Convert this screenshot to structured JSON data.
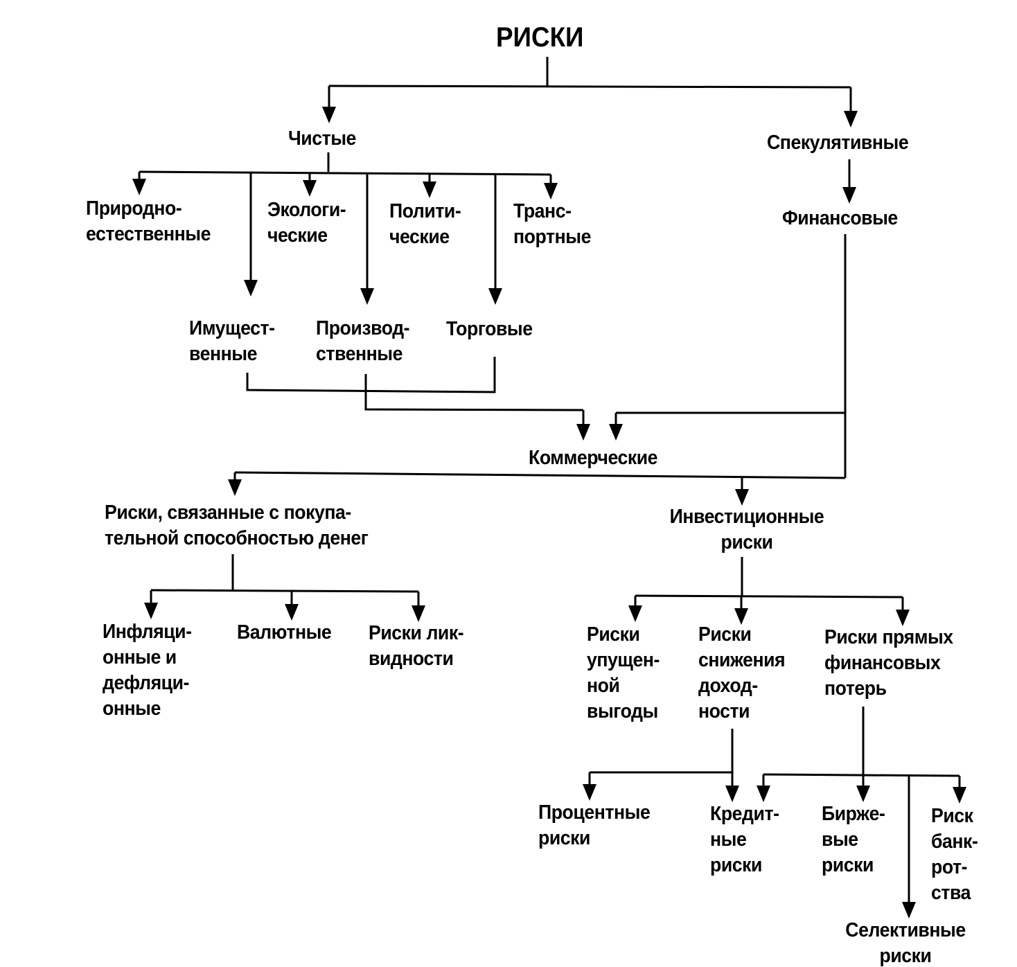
{
  "diagram": {
    "type": "hierarchy",
    "title": "РИСКИ",
    "nodes": {
      "root": [
        "РИСКИ"
      ],
      "pure": [
        "Чистые"
      ],
      "speculative": [
        "Спекулятивные"
      ],
      "natural": [
        "Природно-",
        "естественные"
      ],
      "ecological": [
        "Экологи-",
        "ческие"
      ],
      "political": [
        "Полити-",
        "ческие"
      ],
      "transport": [
        "Транс-",
        "портные"
      ],
      "property": [
        "Имущест-",
        "венные"
      ],
      "production": [
        "Производ-",
        "ственные"
      ],
      "trade": [
        "Торговые"
      ],
      "financial": [
        "Финансовые"
      ],
      "commercial": [
        "Коммерческие"
      ],
      "purchasing_power": [
        "Риски, связанные с покупа-",
        "тельной способностью денег"
      ],
      "investment": [
        "Инвестиционные",
        "риски"
      ],
      "inflation": [
        "Инфляци-",
        "онные и",
        "дефляци-",
        "онные"
      ],
      "currency": [
        "Валютные"
      ],
      "liquidity": [
        "Риски лик-",
        "видности"
      ],
      "lost_profit": [
        "Риски",
        "упущен-",
        "ной",
        "выгоды"
      ],
      "yield_decline": [
        "Риски",
        "снижения",
        "доход-",
        "ности"
      ],
      "direct_loss": [
        "Риски прямых",
        "финансовых",
        "потерь"
      ],
      "interest": [
        "Процентные",
        "риски"
      ],
      "credit": [
        "Кредит-",
        "ные",
        "риски"
      ],
      "exchange": [
        "Биржe-",
        "вые",
        "риски"
      ],
      "bankruptcy": [
        "Риск",
        "банк-",
        "рот-",
        "ства"
      ],
      "selective": [
        "Селективные",
        "риски"
      ]
    },
    "edges": [
      {
        "from": "root",
        "to": "pure"
      },
      {
        "from": "root",
        "to": "speculative"
      },
      {
        "from": "pure",
        "to": "natural"
      },
      {
        "from": "pure",
        "to": "property"
      },
      {
        "from": "pure",
        "to": "ecological"
      },
      {
        "from": "pure",
        "to": "production"
      },
      {
        "from": "pure",
        "to": "political"
      },
      {
        "from": "pure",
        "to": "trade"
      },
      {
        "from": "pure",
        "to": "transport"
      },
      {
        "from": "speculative",
        "to": "financial"
      },
      {
        "from": "property",
        "to": "commercial"
      },
      {
        "from": "production",
        "to": "commercial"
      },
      {
        "from": "trade",
        "to": "commercial"
      },
      {
        "from": "financial",
        "to": "commercial"
      },
      {
        "from": "financial",
        "to": "purchasing_power"
      },
      {
        "from": "financial",
        "to": "investment"
      },
      {
        "from": "purchasing_power",
        "to": "inflation"
      },
      {
        "from": "purchasing_power",
        "to": "currency"
      },
      {
        "from": "purchasing_power",
        "to": "liquidity"
      },
      {
        "from": "investment",
        "to": "lost_profit"
      },
      {
        "from": "investment",
        "to": "yield_decline"
      },
      {
        "from": "investment",
        "to": "direct_loss"
      },
      {
        "from": "yield_decline",
        "to": "interest"
      },
      {
        "from": "yield_decline",
        "to": "credit"
      },
      {
        "from": "direct_loss",
        "to": "credit"
      },
      {
        "from": "direct_loss",
        "to": "exchange"
      },
      {
        "from": "direct_loss",
        "to": "selective"
      },
      {
        "from": "direct_loss",
        "to": "bankruptcy"
      }
    ],
    "colors": {
      "ink": "#000000",
      "background": "#ffffff"
    }
  }
}
